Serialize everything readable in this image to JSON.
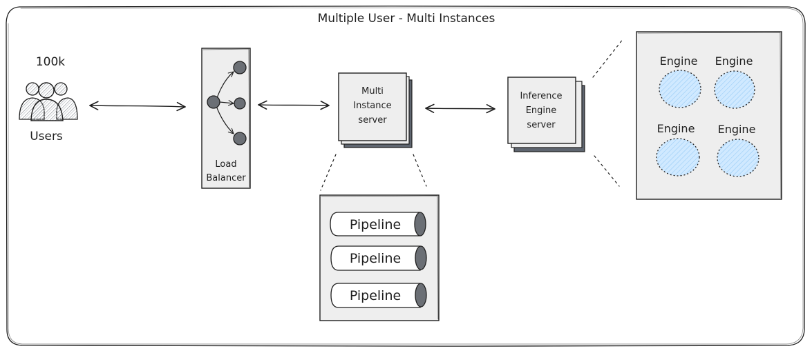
{
  "title": "Multiple User - Multi Instances",
  "users": {
    "count": "100k",
    "label": "Users"
  },
  "load_balancer": {
    "label_line1": "Load",
    "label_line2": "Balancer"
  },
  "multi_instance_server": {
    "line1": "Multi",
    "line2": "Instance",
    "line3": "server"
  },
  "inference_engine_server": {
    "line1": "Inference",
    "line2": "Engine",
    "line3": "server"
  },
  "pipelines": [
    "Pipeline",
    "Pipeline",
    "Pipeline"
  ],
  "engines": [
    "Engine",
    "Engine",
    "Engine",
    "Engine"
  ],
  "colors": {
    "stroke": "#1e1e1e",
    "panel_fill": "#eeeeee",
    "stack_shadow": "#5f6670",
    "node_fill": "#6b6f75",
    "engine_fill": "#a5d8ff",
    "canvas": "#ffffff"
  }
}
